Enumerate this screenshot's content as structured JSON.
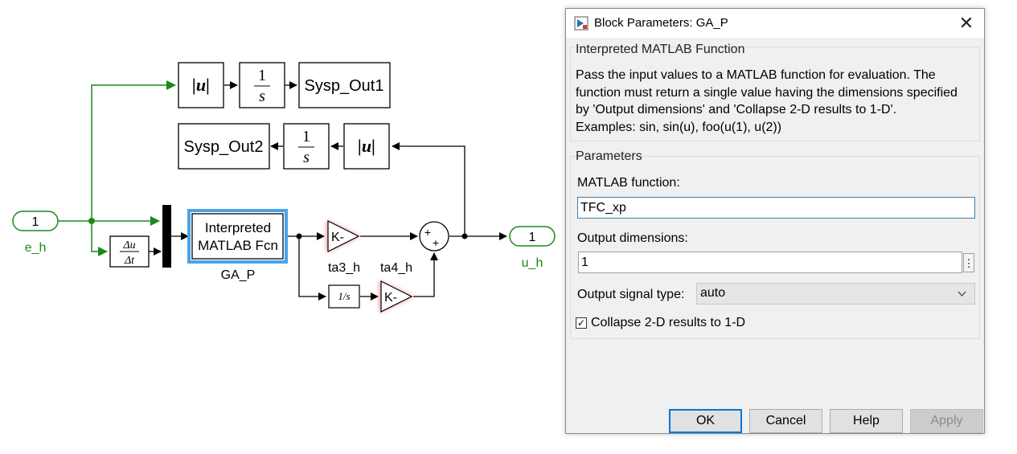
{
  "diagram": {
    "inport": {
      "number": "1",
      "label": "e_h"
    },
    "outport": {
      "number": "1",
      "label": "u_h"
    },
    "abs_top": {
      "text": "|u|"
    },
    "integrator_top": {
      "num": "1",
      "den": "s"
    },
    "sysp_out1": {
      "text": "Sysp_Out1"
    },
    "sysp_out2": {
      "text": "Sysp_Out2"
    },
    "integrator_mid": {
      "num": "1",
      "den": "s"
    },
    "abs_mid": {
      "text": "|u|"
    },
    "derivative": {
      "num": "Δu",
      "den": "Δt"
    },
    "fcn_block": {
      "line1": "Interpreted",
      "line2": "MATLAB Fcn",
      "name": "GA_P"
    },
    "gain_ta3": {
      "text": "K-",
      "name": "ta3_h"
    },
    "gain_ta4": {
      "text": "K-",
      "name": "ta4_h"
    },
    "integrator_small": {
      "text": "1/s"
    },
    "sum": {
      "sign1": "+",
      "sign2": "+"
    },
    "colors": {
      "port": "#1a8a1a",
      "selected": "#4aa3e8",
      "highlight": "#e04848"
    }
  },
  "dialog": {
    "title": "Block Parameters: GA_P",
    "close_symbol": "✕",
    "group1_title": "Interpreted MATLAB Function",
    "description_lines": [
      "Pass the input values to a MATLAB function for evaluation.  The",
      "function must return a single value having the dimensions specified",
      "by 'Output dimensions' and 'Collapse 2-D results to 1-D'.",
      "Examples: sin, sin(u), foo(u(1), u(2))"
    ],
    "group2_title": "Parameters",
    "function_label": "MATLAB function:",
    "function_value": "TFC_xp",
    "dims_label": "Output dimensions:",
    "dims_value": "1",
    "dims_menu": "⋮",
    "type_label": "Output signal type:",
    "type_value": "auto",
    "collapse_check": "✓",
    "collapse_label": "Collapse 2-D results to 1-D",
    "buttons": {
      "ok": "OK",
      "cancel": "Cancel",
      "help": "Help",
      "apply": "Apply"
    }
  }
}
